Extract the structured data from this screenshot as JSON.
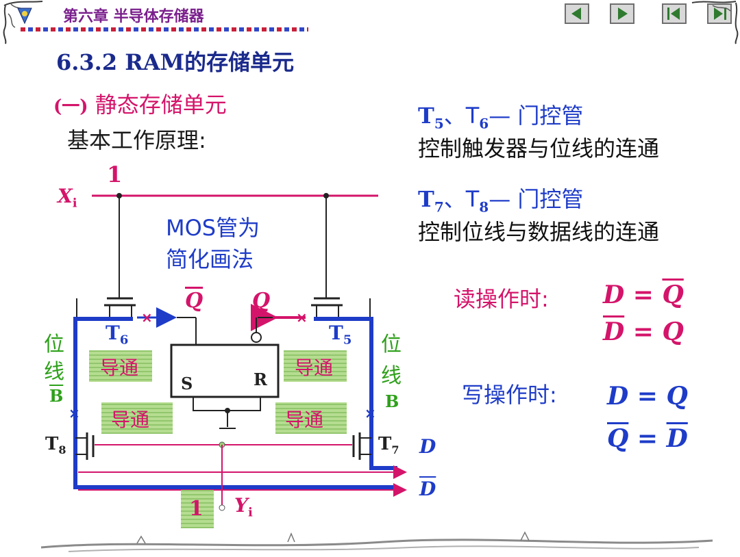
{
  "header": {
    "chapter_title": "第六章 半导体存储器",
    "nav": {
      "prev_icon": "triangle-left-icon",
      "next_icon": "triangle-right-icon",
      "first_icon": "skip-first-icon",
      "last_icon": "skip-last-icon"
    }
  },
  "slide": {
    "section_title": "6.3.2 RAM的存储单元",
    "subsection_num": "(一)",
    "subsection_title": "静态存储单元",
    "principle_label": "基本工作原理:",
    "right": {
      "t56_a": "T",
      "t56_s1": "5",
      "t56_b": "、T",
      "t56_s2": "6",
      "t56_c": "— 门控管",
      "t56_desc": "控制触发器与位线的连通",
      "t78_a": "T",
      "t78_s1": "7",
      "t78_b": "、T",
      "t78_s2": "8",
      "t78_c": "— 门控管",
      "t78_desc": "控制位线与数据线的连通"
    },
    "read": {
      "label": "读操作时:",
      "eq1_left": "D",
      "eq1_eq": " = ",
      "eq1_right": "Q",
      "eq2_left": "D",
      "eq2_eq": " = ",
      "eq2_right": "Q"
    },
    "write": {
      "label": "写操作时:",
      "eq1_left": "D",
      "eq1_eq": " = ",
      "eq1_right": "Q",
      "eq2_left": "Q",
      "eq2_eq": " = ",
      "eq2_right": "D"
    }
  },
  "circuit": {
    "x_signal": "X",
    "x_sub": "i",
    "x_value": "1",
    "y_signal": "Y",
    "y_sub": "i",
    "y_value": "1",
    "mos_note_1": "MOS管为",
    "mos_note_2": "简化画法",
    "q_bar": "Q",
    "q": "Q",
    "t6": "T",
    "t6_sub": "6",
    "t5": "T",
    "t5_sub": "5",
    "t8": "T",
    "t8_sub": "8",
    "t7": "T",
    "t7_sub": "7",
    "bitline_left_1": "位",
    "bitline_left_2": "线",
    "bitline_left_name": "B",
    "bitline_right_1": "位",
    "bitline_right_2": "线",
    "bitline_right_name": "B",
    "conducting": "导通",
    "ff_s": "S",
    "ff_r": "R",
    "d_out": "D",
    "d_bar_out": "D",
    "cross": "×"
  },
  "colors": {
    "accent_red": "#d4146a",
    "accent_blue": "#1e3cc8",
    "heading_blue": "#1a2a8c",
    "bitline_green": "#2ea01a",
    "box_green": "#9fd07a"
  }
}
